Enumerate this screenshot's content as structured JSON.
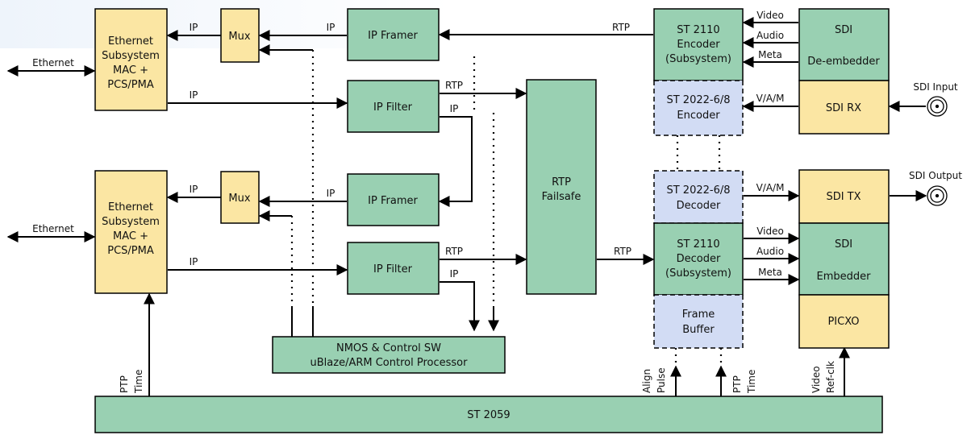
{
  "blocks": {
    "eth_top": [
      "Ethernet",
      "Subsystem",
      "MAC +",
      "PCS/PMA"
    ],
    "eth_bot": [
      "Ethernet",
      "Subsystem",
      "MAC +",
      "PCS/PMA"
    ],
    "mux_top": "Mux",
    "mux_bot": "Mux",
    "ip_framer_top": "IP Framer",
    "ip_filter_top": "IP Filter",
    "ip_framer_bot": "IP Framer",
    "ip_filter_bot": "IP Filter",
    "rtp_failsafe": [
      "RTP",
      "Failsafe"
    ],
    "nmos": [
      "NMOS & Control SW",
      "uBlaze/ARM Control Processor"
    ],
    "st2110_enc": [
      "ST 2110",
      "Encoder",
      "(Subsystem)"
    ],
    "st2022_enc": [
      "ST 2022-6/8",
      "Encoder"
    ],
    "st2022_dec": [
      "ST 2022-6/8",
      "Decoder"
    ],
    "st2110_dec": [
      "ST 2110",
      "Decoder",
      "(Subsystem)"
    ],
    "frame_buffer": [
      "Frame",
      "Buffer"
    ],
    "sdi_deembed": [
      "SDI",
      "De-embedder"
    ],
    "sdi_rx": "SDI RX",
    "sdi_tx": "SDI TX",
    "sdi_embed": [
      "SDI",
      "Embedder"
    ],
    "picxo": "PICXO",
    "st2059": "ST 2059"
  },
  "labels": {
    "ethernet_top": "Ethernet",
    "ethernet_bot": "Ethernet",
    "ip": "IP",
    "rtp": "RTP",
    "video": "Video",
    "audio": "Audio",
    "meta": "Meta",
    "vam": "V/A/M",
    "sdi_input": "SDI Input",
    "sdi_output": "SDI Output",
    "ptp": "PTP",
    "time": "Time",
    "align": "Align",
    "pulse": "Pulse",
    "video_rot": "Video",
    "refclk": "Ref-clk"
  },
  "colors": {
    "yellow": "#fbe6a3",
    "green": "#99d0b2",
    "blue": "#d2dcf4",
    "stroke": "#000000"
  }
}
